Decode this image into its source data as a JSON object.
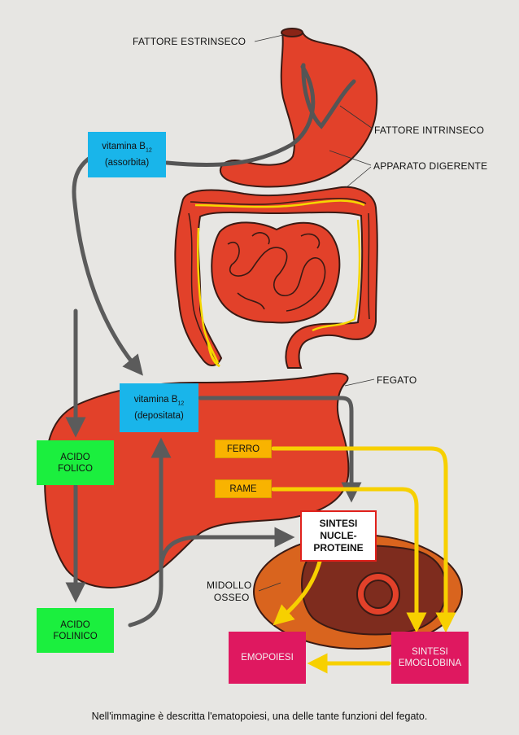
{
  "labels": {
    "fattore_estrinseco": "FATTORE ESTRINSECO",
    "fattore_intrinseco": "FATTORE INTRINSECO",
    "apparato_digerente": "APPARATO DIGERENTE",
    "fegato": "FEGATO",
    "midollo_line1": "MIDOLLO",
    "midollo_line2": "OSSEO"
  },
  "boxes": {
    "vit_b12_absorbed": {
      "line1": "vitamina B",
      "sub": "12",
      "line2": "(assorbita)"
    },
    "vit_b12_stored": {
      "line1": "vitamina B",
      "sub": "12",
      "line2": "(depositata)"
    },
    "acido_folico": {
      "line1": "ACIDO",
      "line2": "FOLICO"
    },
    "acido_folinico": {
      "line1": "ACIDO",
      "line2": "FOLINICO"
    },
    "ferro": "FERRO",
    "rame": "RAME",
    "sintesi_nucleoproteine": {
      "line1": "SINTESI",
      "line2": "NUCLE-",
      "line3": "PROTEINE"
    },
    "emopoiesi": "EMOPOIESI",
    "sintesi_emoglobina": {
      "line1": "SINTESI",
      "line2": "EMOGLOBINA"
    }
  },
  "caption": "Nell'immagine è descritta l'ematopoiesi, una delle tante funzioni del fegato.",
  "colors": {
    "background": "#e7e6e3",
    "organ_red": "#e2412a",
    "organ_outline": "#3a1a14",
    "gray_arrow": "#5b5b5b",
    "yellow_arrow": "#f7d000",
    "marrow_outer": "#d9641e",
    "marrow_inner": "#7e2c1e",
    "vit_box": "#19b5ea",
    "acid_box": "#1bef3e",
    "mineral_box": "#f9b300",
    "output_box": "#df1860"
  }
}
